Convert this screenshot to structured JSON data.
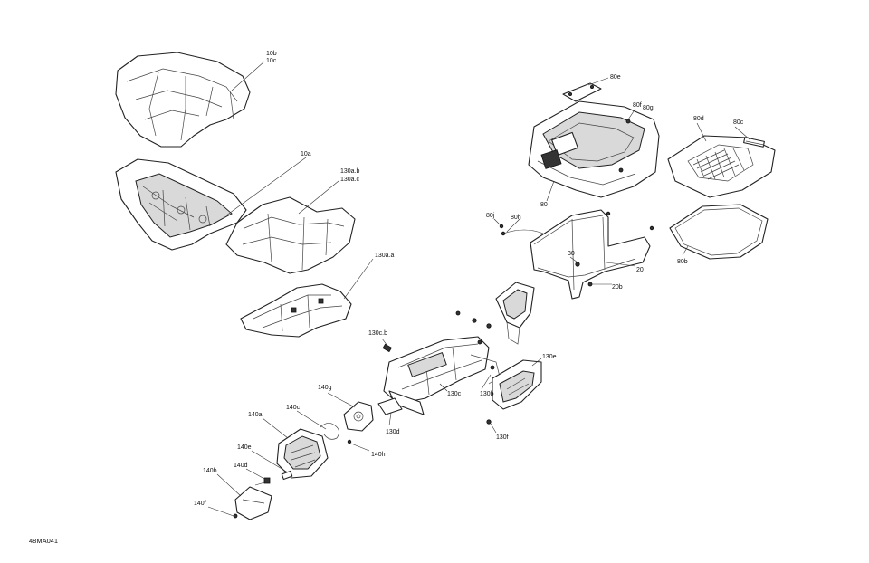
{
  "diagram": {
    "reference_code": "48MA041",
    "callouts": {
      "c10b": "10b",
      "c10c": "10c",
      "c10a": "10a",
      "c130ab": "130a.b",
      "c130ac": "130a.c",
      "c130aa": "130a.a",
      "c80e": "80e",
      "c80f": "80f",
      "c80g": "80g",
      "c80d": "80d",
      "c80c": "80c",
      "c80": "80",
      "c80j": "80j",
      "c80h": "80h",
      "c80b": "80b",
      "c30": "30",
      "c20": "20",
      "c20b": "20b",
      "c130cb": "130c.b",
      "c130e": "130e",
      "c130c": "130c",
      "c130b": "130b",
      "c130f": "130f",
      "c130d": "130d",
      "c140g": "140g",
      "c140h": "140h",
      "c140a": "140a",
      "c140c": "140c",
      "c140e": "140e",
      "c140d": "140d",
      "c140b": "140b",
      "c140f": "140f"
    }
  }
}
